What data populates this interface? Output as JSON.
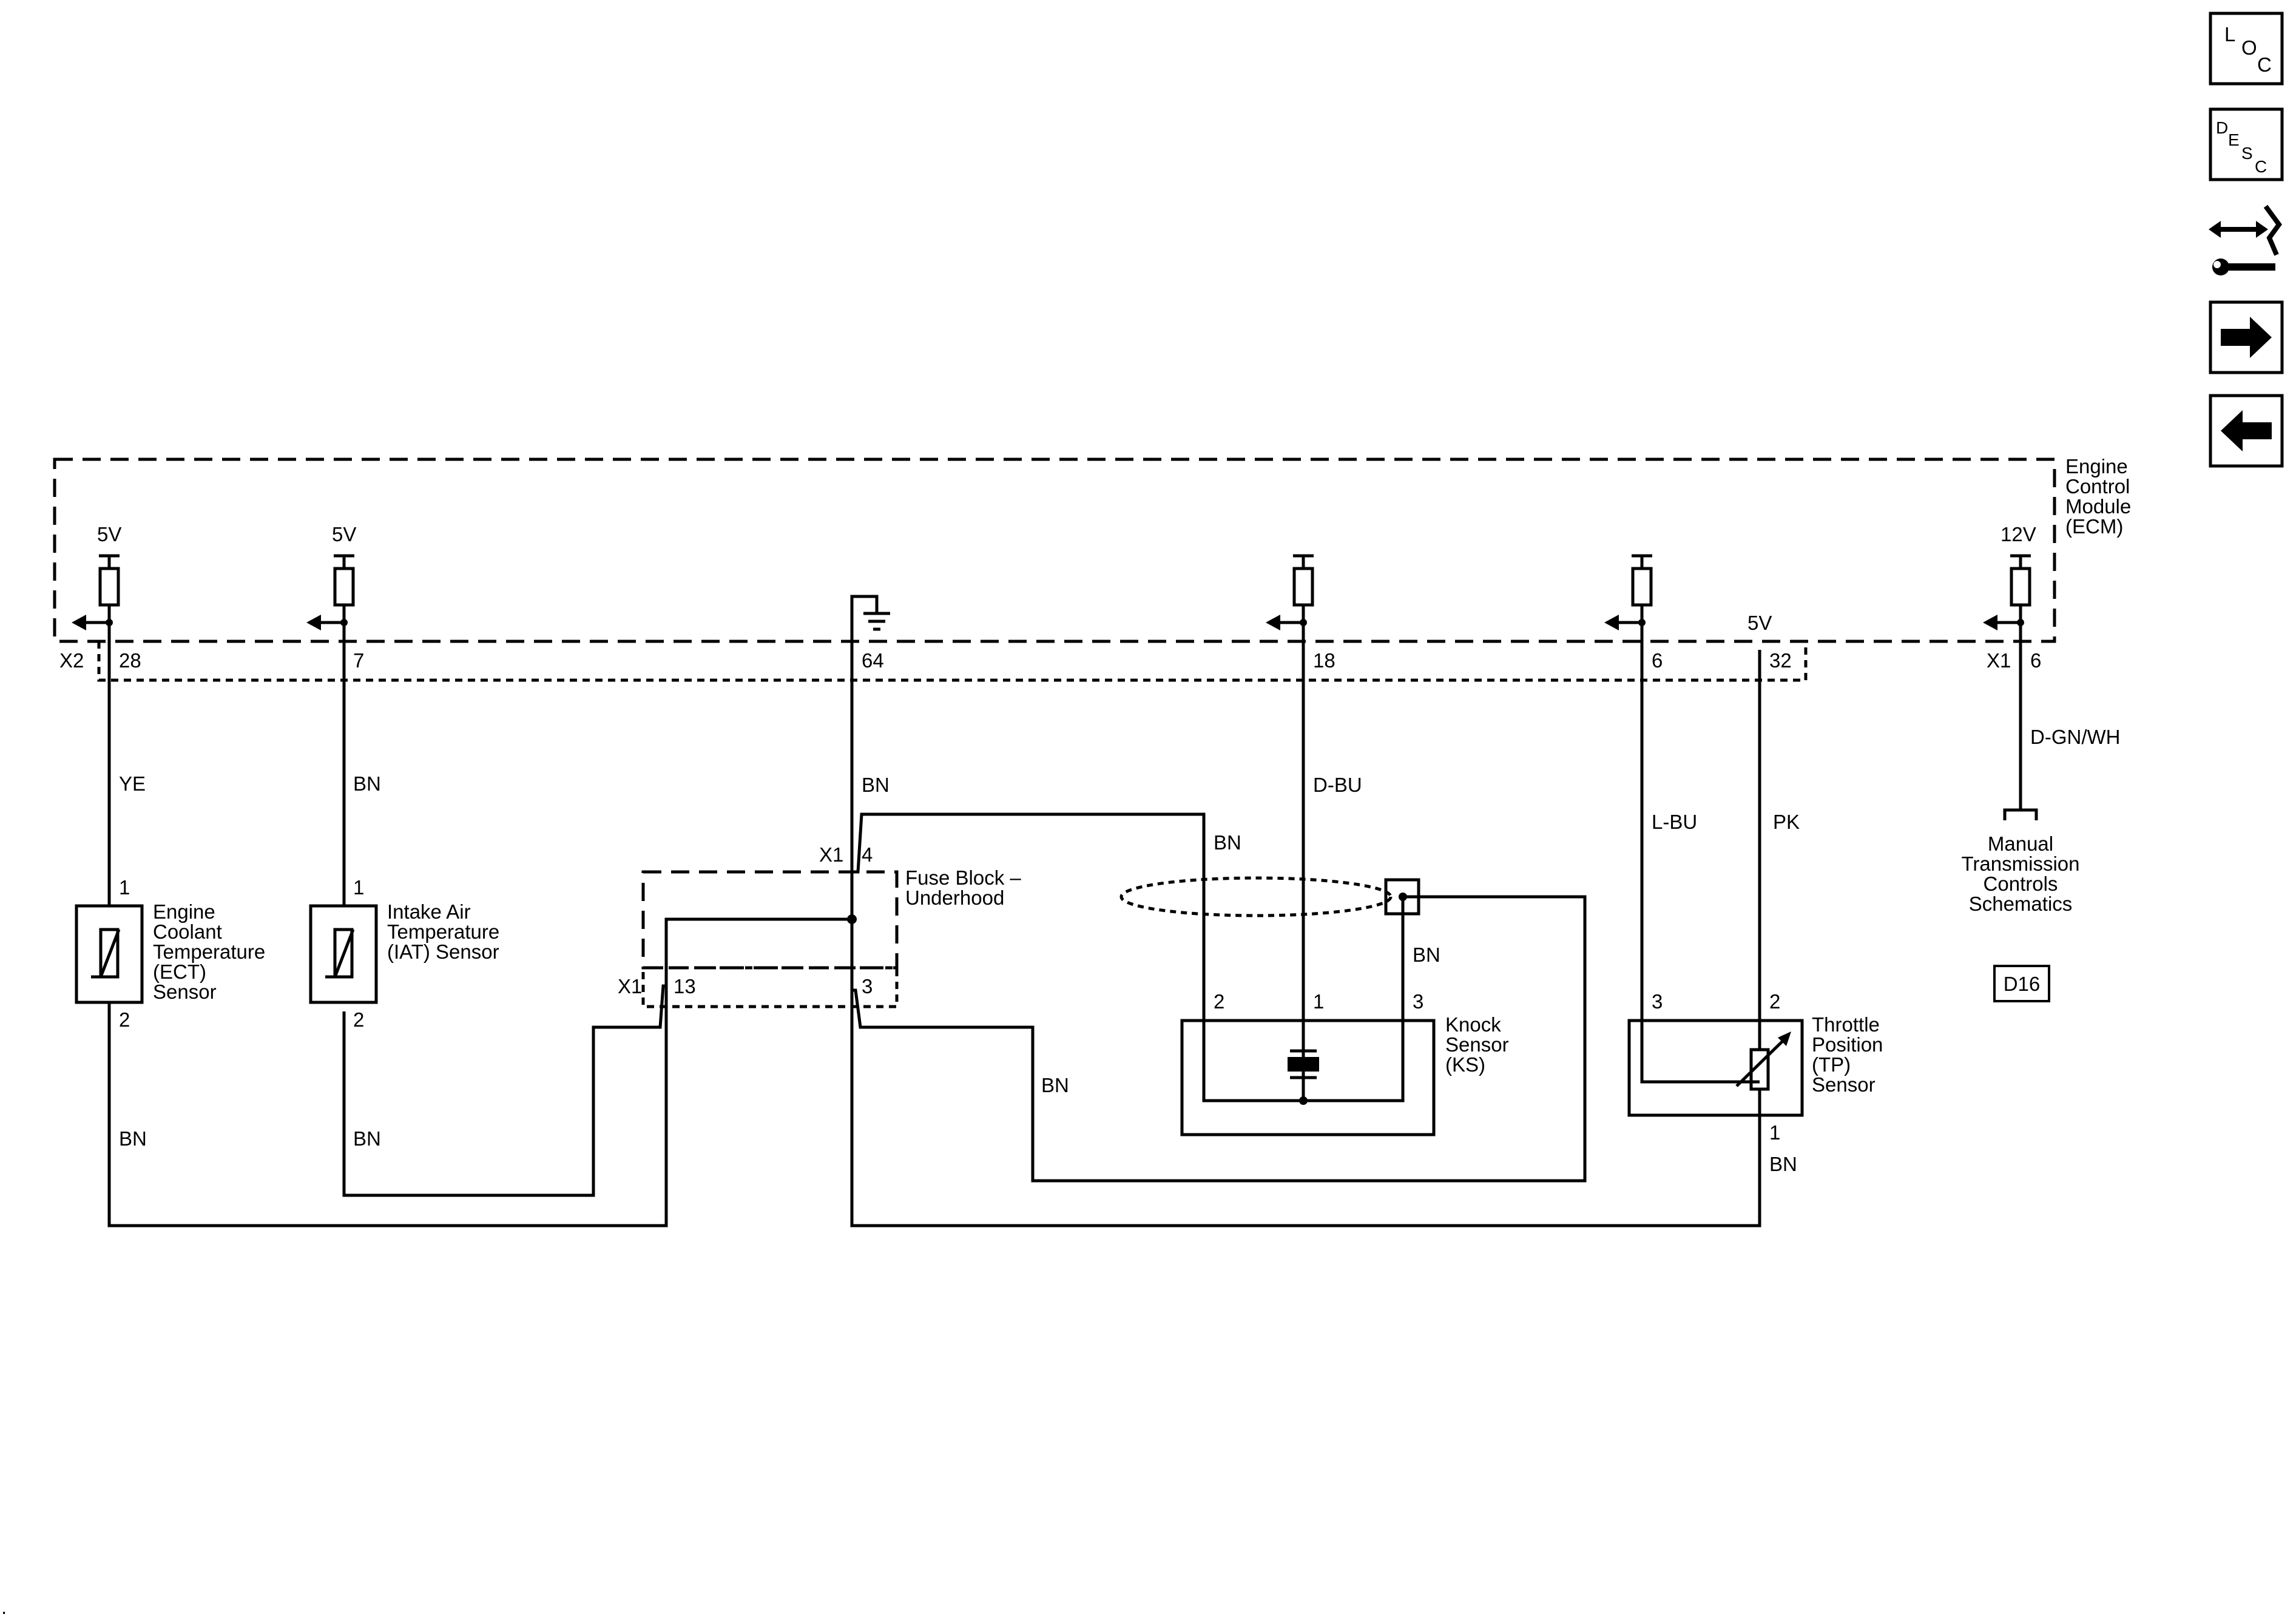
{
  "ecm": {
    "label_lines": [
      "Engine",
      "Control",
      "Module",
      "(ECM)"
    ],
    "ref_5v_a": "5V",
    "ref_5v_b": "5V",
    "ref_5v_c": "5V",
    "ref_12v": "12V"
  },
  "connectors": {
    "x2": "X2",
    "x1_ecm": "X1",
    "x1_fuse_top": "X1",
    "x1_fuse_bottom": "X1"
  },
  "pins": {
    "ecm_28": "28",
    "ecm_7": "7",
    "ecm_64": "64",
    "ecm_18": "18",
    "ecm_6": "6",
    "ecm_32": "32",
    "ecm_x1_6": "6",
    "fuse_4": "4",
    "fuse_13": "13",
    "fuse_3": "3",
    "ect_1": "1",
    "ect_2": "2",
    "iat_1": "1",
    "iat_2": "2",
    "ks_2": "2",
    "ks_1": "1",
    "ks_3": "3",
    "tp_3": "3",
    "tp_2": "2",
    "tp_1": "1"
  },
  "wires": {
    "ect_signal": "YE",
    "iat_signal": "BN",
    "ground_64": "BN",
    "ks_signal": "D-BU",
    "ks_ground": "BN",
    "ks_pin3": "BN",
    "tp_low": "L-BU",
    "tp_ref": "PK",
    "x1_6": "D-GN/WH",
    "ect_low": "BN",
    "iat_low": "BN",
    "fuse_3_out": "BN",
    "tp_1": "BN"
  },
  "components": {
    "ect": [
      "Engine",
      "Coolant",
      "Temperature",
      "(ECT)",
      "Sensor"
    ],
    "iat": [
      "Intake Air",
      "Temperature",
      "(IAT) Sensor"
    ],
    "fuse_block": [
      "Fuse Block –",
      "Underhood"
    ],
    "knock": [
      "Knock",
      "Sensor",
      "(KS)"
    ],
    "tp": [
      "Throttle",
      "Position",
      "(TP)",
      "Sensor"
    ],
    "manual_trans": [
      "Manual",
      "Transmission",
      "Controls",
      "Schematics"
    ]
  },
  "ground_ref": "D16",
  "nav": {
    "loc": [
      "L",
      "O",
      "C"
    ],
    "desc": [
      "D",
      "E",
      "S",
      "C"
    ],
    "connector_icon": "connector-repair-icon",
    "next_icon": "arrow-right-icon",
    "prev_icon": "arrow-left-icon"
  }
}
